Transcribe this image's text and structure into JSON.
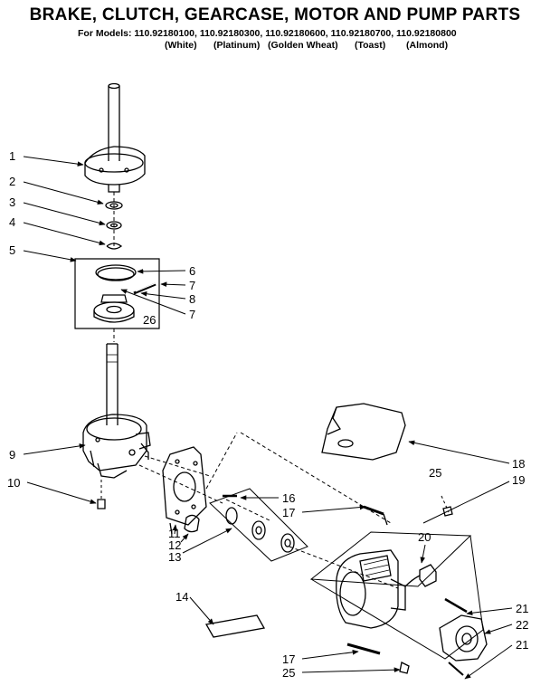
{
  "title": "BRAKE, CLUTCH, GEARCASE, MOTOR AND  PUMP PARTS",
  "models_line": "For Models: 110.92180100, 110.92180300, 110.92180600, 110.92180700, 110.92180800",
  "colors": [
    "(White)",
    "(Platinum)",
    "(Golden Wheat)",
    "(Toast)",
    "(Almond)"
  ],
  "callouts": {
    "n1": "1",
    "n2": "2",
    "n3": "3",
    "n4": "4",
    "n5": "5",
    "n6": "6",
    "n7a": "7",
    "n8": "8",
    "n7b": "7",
    "n26": "26",
    "n9": "9",
    "n10": "10",
    "n11": "11",
    "n12": "12",
    "n13": "13",
    "n14": "14",
    "n16": "16",
    "n17a": "17",
    "n18": "18",
    "n19": "19",
    "n25a": "25",
    "n20": "20",
    "n21a": "21",
    "n22": "22",
    "n21b": "21",
    "n17b": "17",
    "n25b": "25"
  }
}
